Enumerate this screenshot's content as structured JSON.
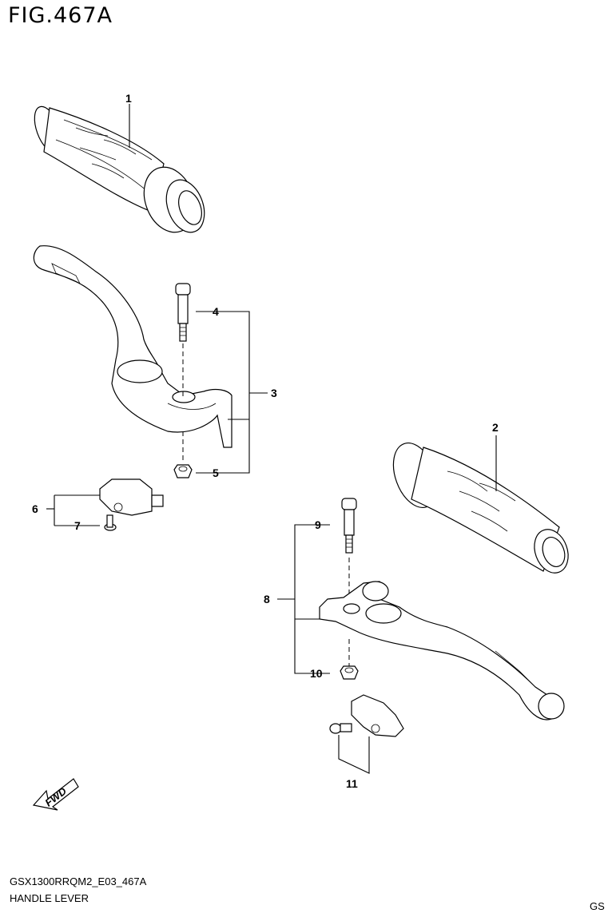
{
  "figure": {
    "title": "FIG.467A",
    "model_code": "GSX1300RRQM2_E03_467A",
    "name": "HANDLE LEVER",
    "region": "GS"
  },
  "fwd_arrow": {
    "label": "FWD"
  },
  "callouts": [
    {
      "id": "c1",
      "text": "1"
    },
    {
      "id": "c2",
      "text": "2"
    },
    {
      "id": "c3",
      "text": "3"
    },
    {
      "id": "c4",
      "text": "4"
    },
    {
      "id": "c5",
      "text": "5"
    },
    {
      "id": "c6",
      "text": "6"
    },
    {
      "id": "c7",
      "text": "7"
    },
    {
      "id": "c8",
      "text": "8"
    },
    {
      "id": "c9",
      "text": "9"
    },
    {
      "id": "c10",
      "text": "10"
    },
    {
      "id": "c11",
      "text": "11"
    }
  ]
}
